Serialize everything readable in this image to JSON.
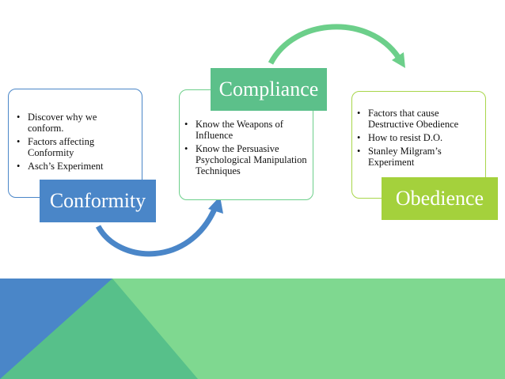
{
  "stages": [
    {
      "label": "Conformity",
      "bullets": [
        "Discover why we conform.",
        "Factors affecting Conformity",
        "Asch’s Experiment"
      ],
      "color": "#4a86c8"
    },
    {
      "label": "Compliance",
      "bullets": [
        "Know the Weapons of Influence",
        "Know the Persuasive Psychological Manipulation Techniques"
      ],
      "color": "#5cc08a"
    },
    {
      "label": "Obedience",
      "bullets": [
        "Factors that cause Destructive Obedience",
        "How to resist D.O.",
        "Stanley Milgram’s Experiment"
      ],
      "color": "#a4d13c"
    }
  ],
  "arrow_colors": {
    "lower": "#4a86c8",
    "upper": "#6ccf8a"
  },
  "footer_colors": {
    "main": "#7fd890",
    "mid": "#57c08a",
    "corner": "#4a86c8"
  }
}
